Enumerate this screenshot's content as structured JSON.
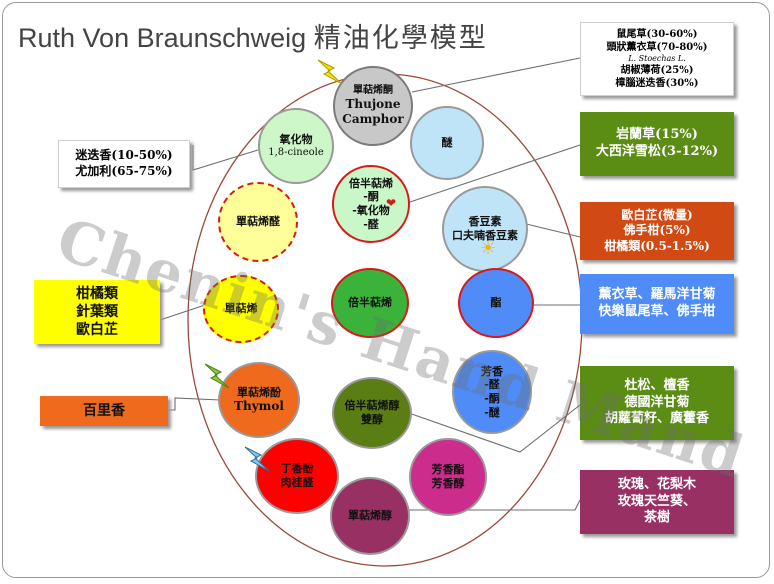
{
  "title": {
    "latin": "Ruth Von Braunschweig",
    "cjk": "精油化學模型"
  },
  "watermark": "Chenin's Hand Mand",
  "circles": {
    "thujone": {
      "lines": [
        "單萜烯酮",
        "Thujone",
        "Camphor"
      ],
      "color": "#c8c8c8"
    },
    "oxide": {
      "lines": [
        "氧化物",
        "1,8-cineole"
      ],
      "color": "#cdf7c8"
    },
    "ether": {
      "lines": [
        "醚"
      ],
      "color": "#bfe3f7"
    },
    "sesq_ketone": {
      "lines": [
        "倍半萜烯",
        "-酮",
        "-氧化物",
        "-醛"
      ],
      "color": "#c9f7c7"
    },
    "coumarin": {
      "lines": [
        "香豆素",
        "口夫喃香豆素"
      ],
      "color": "#bfe3f7"
    },
    "mono_aldehyde": {
      "lines": [
        "單萜烯醛"
      ],
      "color": "#ffff99"
    },
    "mono_terpene": {
      "lines": [
        "單萜烯"
      ],
      "color": "#ffff00"
    },
    "sesquiterpene": {
      "lines": [
        "倍半萜烯"
      ],
      "color": "#3bb33b"
    },
    "ester": {
      "lines": [
        "酯"
      ],
      "color": "#4f8cf7"
    },
    "thymol": {
      "lines": [
        "單萜烯酚",
        "Thymol"
      ],
      "color": "#f06a1e"
    },
    "sesq_alcohol": {
      "lines": [
        "倍半萜烯醇",
        "雙醇"
      ],
      "color": "#5a7d14"
    },
    "aromatic_aldehyde": {
      "lines": [
        "芳香",
        "-醛",
        "-酮",
        "-醚"
      ],
      "color": "#4f8cf7"
    },
    "phenol": {
      "lines": [
        "丁香酚",
        "肉桂醛"
      ],
      "color": "#ff0000"
    },
    "aromatic_ester": {
      "lines": [
        "芳香酯",
        "芳香醇"
      ],
      "color": "#cc2d8c"
    },
    "mono_alcohol": {
      "lines": [
        "單萜烯醇"
      ],
      "color": "#983064"
    }
  },
  "boxes": {
    "sage": {
      "lines": [
        "鼠尾草(30-60%)",
        "頭狀薰衣草(70-80%)",
        "L. Stoechas L.",
        "胡椒薄荷(25%)",
        "樟腦迷迭香(30%)"
      ],
      "color": "#ffffff"
    },
    "rosemary": {
      "lines": [
        "迷迭香(10-50%)",
        "尤加利(65-75%)"
      ],
      "color": "#ffffff"
    },
    "cistus": {
      "lines": [
        "岩蘭草(15%)",
        "大西洋雪松(3-12%)"
      ],
      "color": "#5b8c14"
    },
    "angelica": {
      "lines": [
        "歐白芷(微量)",
        "佛手柑(5%)",
        "柑橘類(0.5-1.5%)"
      ],
      "color": "#d24a13"
    },
    "lavender": {
      "lines": [
        "薰衣草、羅馬洋甘菊",
        "快樂鼠尾草、佛手柑"
      ],
      "color": "#4f8cf7"
    },
    "citrus": {
      "lines": [
        "柑橘類",
        "針葉類",
        "歐白芷"
      ],
      "color": "#ffff00"
    },
    "pine": {
      "lines": [
        "杜松、檀香",
        "德國洋甘菊",
        "胡蘿蔔籽、廣藿香"
      ],
      "color": "#5b8c14"
    },
    "thyme": {
      "lines": [
        "百里香"
      ],
      "color": "#f06a1e"
    },
    "rose": {
      "lines": [
        "玫瑰、花梨木",
        "玫瑰天竺葵、",
        "茶樹"
      ],
      "color": "#983064"
    }
  }
}
